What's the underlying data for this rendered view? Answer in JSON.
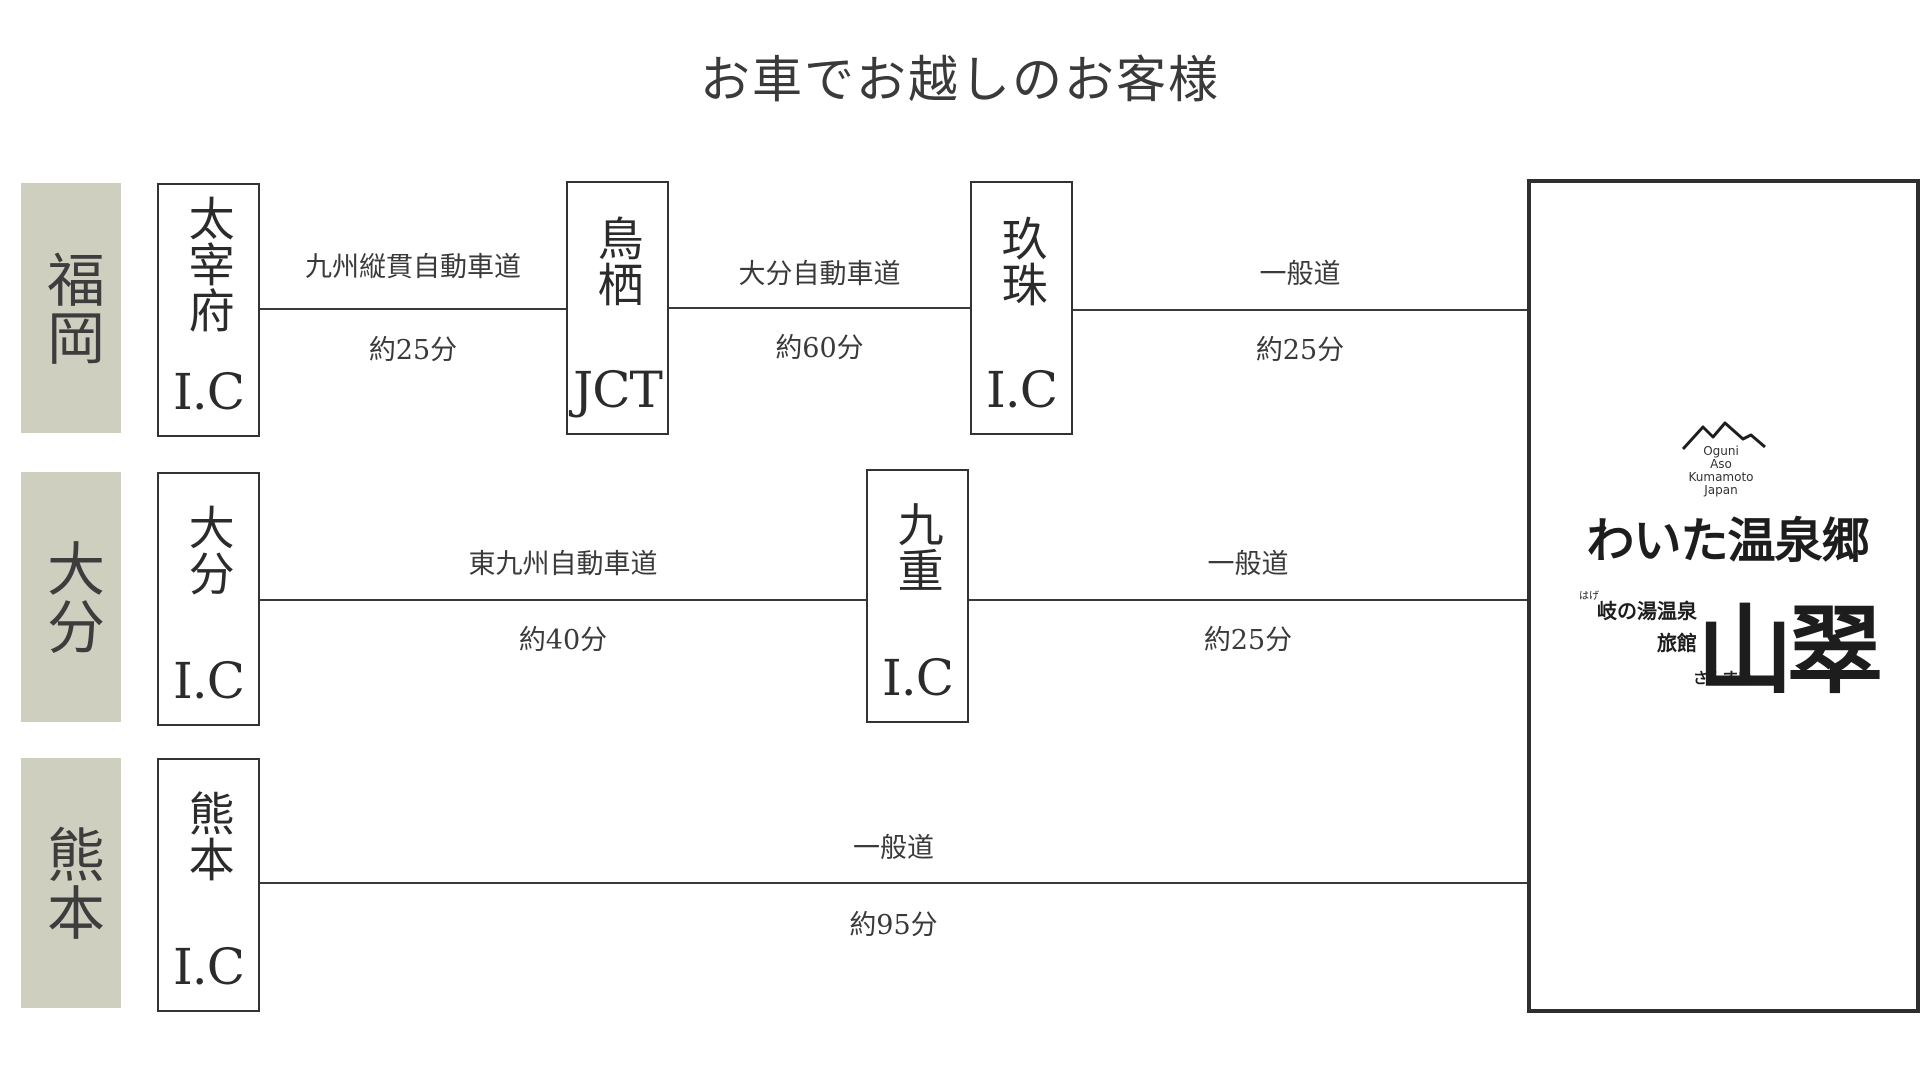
{
  "title": "お車でお越しのお客様",
  "regions": [
    "福岡",
    "大分",
    "熊本"
  ],
  "nodes": {
    "dazaifu": {
      "name": "太宰府",
      "code": "I.C"
    },
    "tosu": {
      "name": "鳥栖",
      "code": "JCT"
    },
    "kusu": {
      "name": "玖珠",
      "code": "I.C"
    },
    "oita": {
      "name": "大分",
      "code": "I.C"
    },
    "kokonoe": {
      "name": "九重",
      "code": "I.C"
    },
    "kumamoto": {
      "name": "熊本",
      "code": "I.C"
    }
  },
  "routes": {
    "r1": {
      "road": "九州縦貫自動車道",
      "time": "約25分"
    },
    "r2": {
      "road": "大分自動車道",
      "time": "約60分"
    },
    "r3": {
      "road": "一般道",
      "time": "約25分"
    },
    "r4": {
      "road": "東九州自動車道",
      "time": "約40分"
    },
    "r5": {
      "road": "一般道",
      "time": "約25分"
    },
    "r6": {
      "road": "一般道",
      "time": "約95分"
    }
  },
  "destination": {
    "en_lines": [
      "Oguni",
      "Aso",
      "Kumamoto",
      "Japan"
    ],
    "brand": "わいた温泉郷",
    "ruby": "はげ",
    "ryokan_line1": "岐の湯温泉",
    "ryokan_line2": "旅館",
    "name": "山翠",
    "name_kana": "さんすい",
    "icon": "mountain-icon"
  }
}
